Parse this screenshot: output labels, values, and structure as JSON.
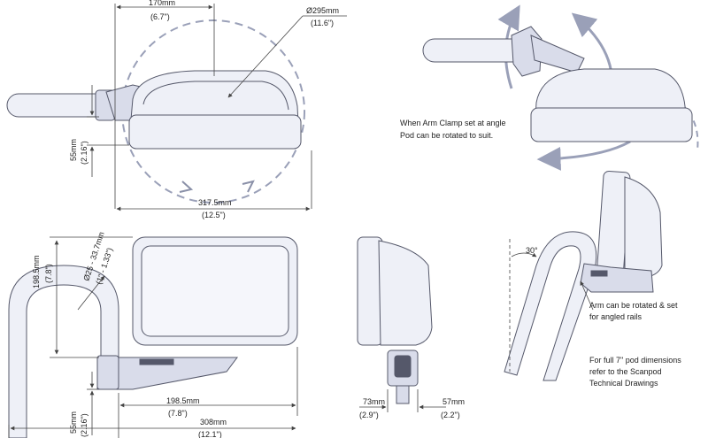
{
  "dims": {
    "width_mm": "170mm",
    "width_in": "(6.7\")",
    "diameter_mm": "Ø295mm",
    "diameter_in": "(11.6\")",
    "height_mm": "55mm",
    "height_in": "(2.16\")",
    "overall_mm": "317.5mm",
    "overall_in": "(12.5\")",
    "pod_h_mm": "198.5mm",
    "pod_h_in": "(7.8\")",
    "tube_mm": "Ø25 - 33.7mm",
    "tube_in": "(1\" - 1.33\")",
    "bottom_h_mm": "55mm",
    "bottom_h_in": "(2.16\")",
    "pod_w_mm": "198.5mm",
    "pod_w_in": "(7.8\")",
    "total_mm": "308mm",
    "total_in": "(12.1\")",
    "side_w_mm": "73mm",
    "side_w_in": "(2.9\")",
    "side_d_mm": "57mm",
    "side_d_in": "(2.2\")",
    "angle": "30°"
  },
  "notes": {
    "rotate_line1": "When Arm Clamp set at angle",
    "rotate_line2": "Pod can be rotated to suit.",
    "arm_line1": "Arm can be rotated & set",
    "arm_line2": "for angled rails",
    "ref_line1": "For full 7\" pod dimensions",
    "ref_line2": "refer to the Scanpod",
    "ref_line3": "Technical Drawings"
  },
  "colors": {
    "line": "#55586a",
    "fill": "#eef0f7",
    "fill_dark": "#d9dcea",
    "dash": "#9aa0b8"
  }
}
